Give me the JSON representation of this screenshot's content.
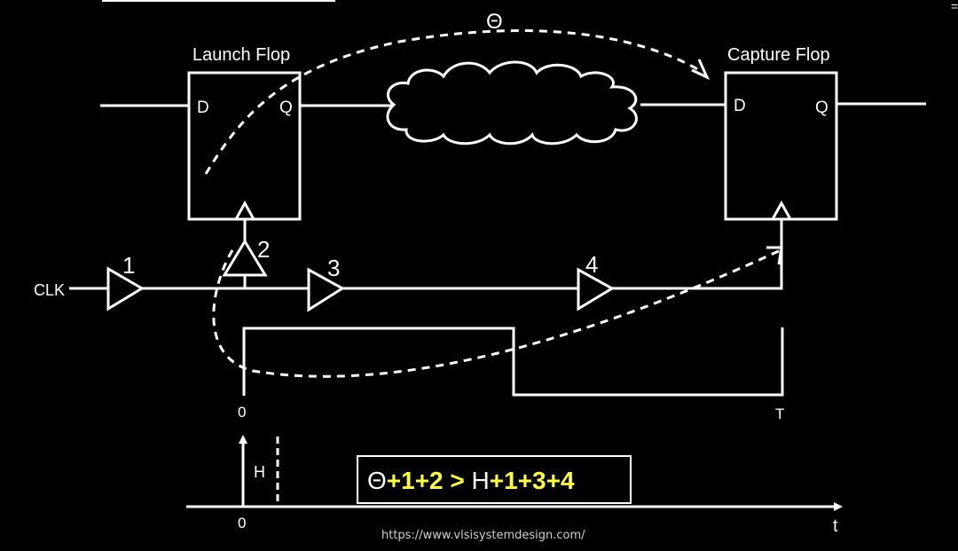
{
  "launch_flop": {
    "title": "Launch Flop",
    "d": "D",
    "q": "Q"
  },
  "capture_flop": {
    "title": "Capture Flop",
    "d": "D",
    "q": "Q"
  },
  "clk_label": "CLK",
  "theta_label": "Θ",
  "buffers": {
    "b1": "1",
    "b2": "2",
    "b3": "3",
    "b4": "4"
  },
  "waveform": {
    "start_label": "0",
    "end_label": "T"
  },
  "hold": {
    "label": "H",
    "origin_label": "0",
    "axis_label": "t"
  },
  "equation": {
    "theta": "Θ",
    "lhs": "+1+2 > ",
    "h": "H",
    "rhs": "+1+3+4"
  },
  "colors": {
    "highlight": "#ffff33",
    "foreground": "#ffffff",
    "background": "#000000"
  },
  "footer_url": "https://www.vlsisystemdesign.com/"
}
